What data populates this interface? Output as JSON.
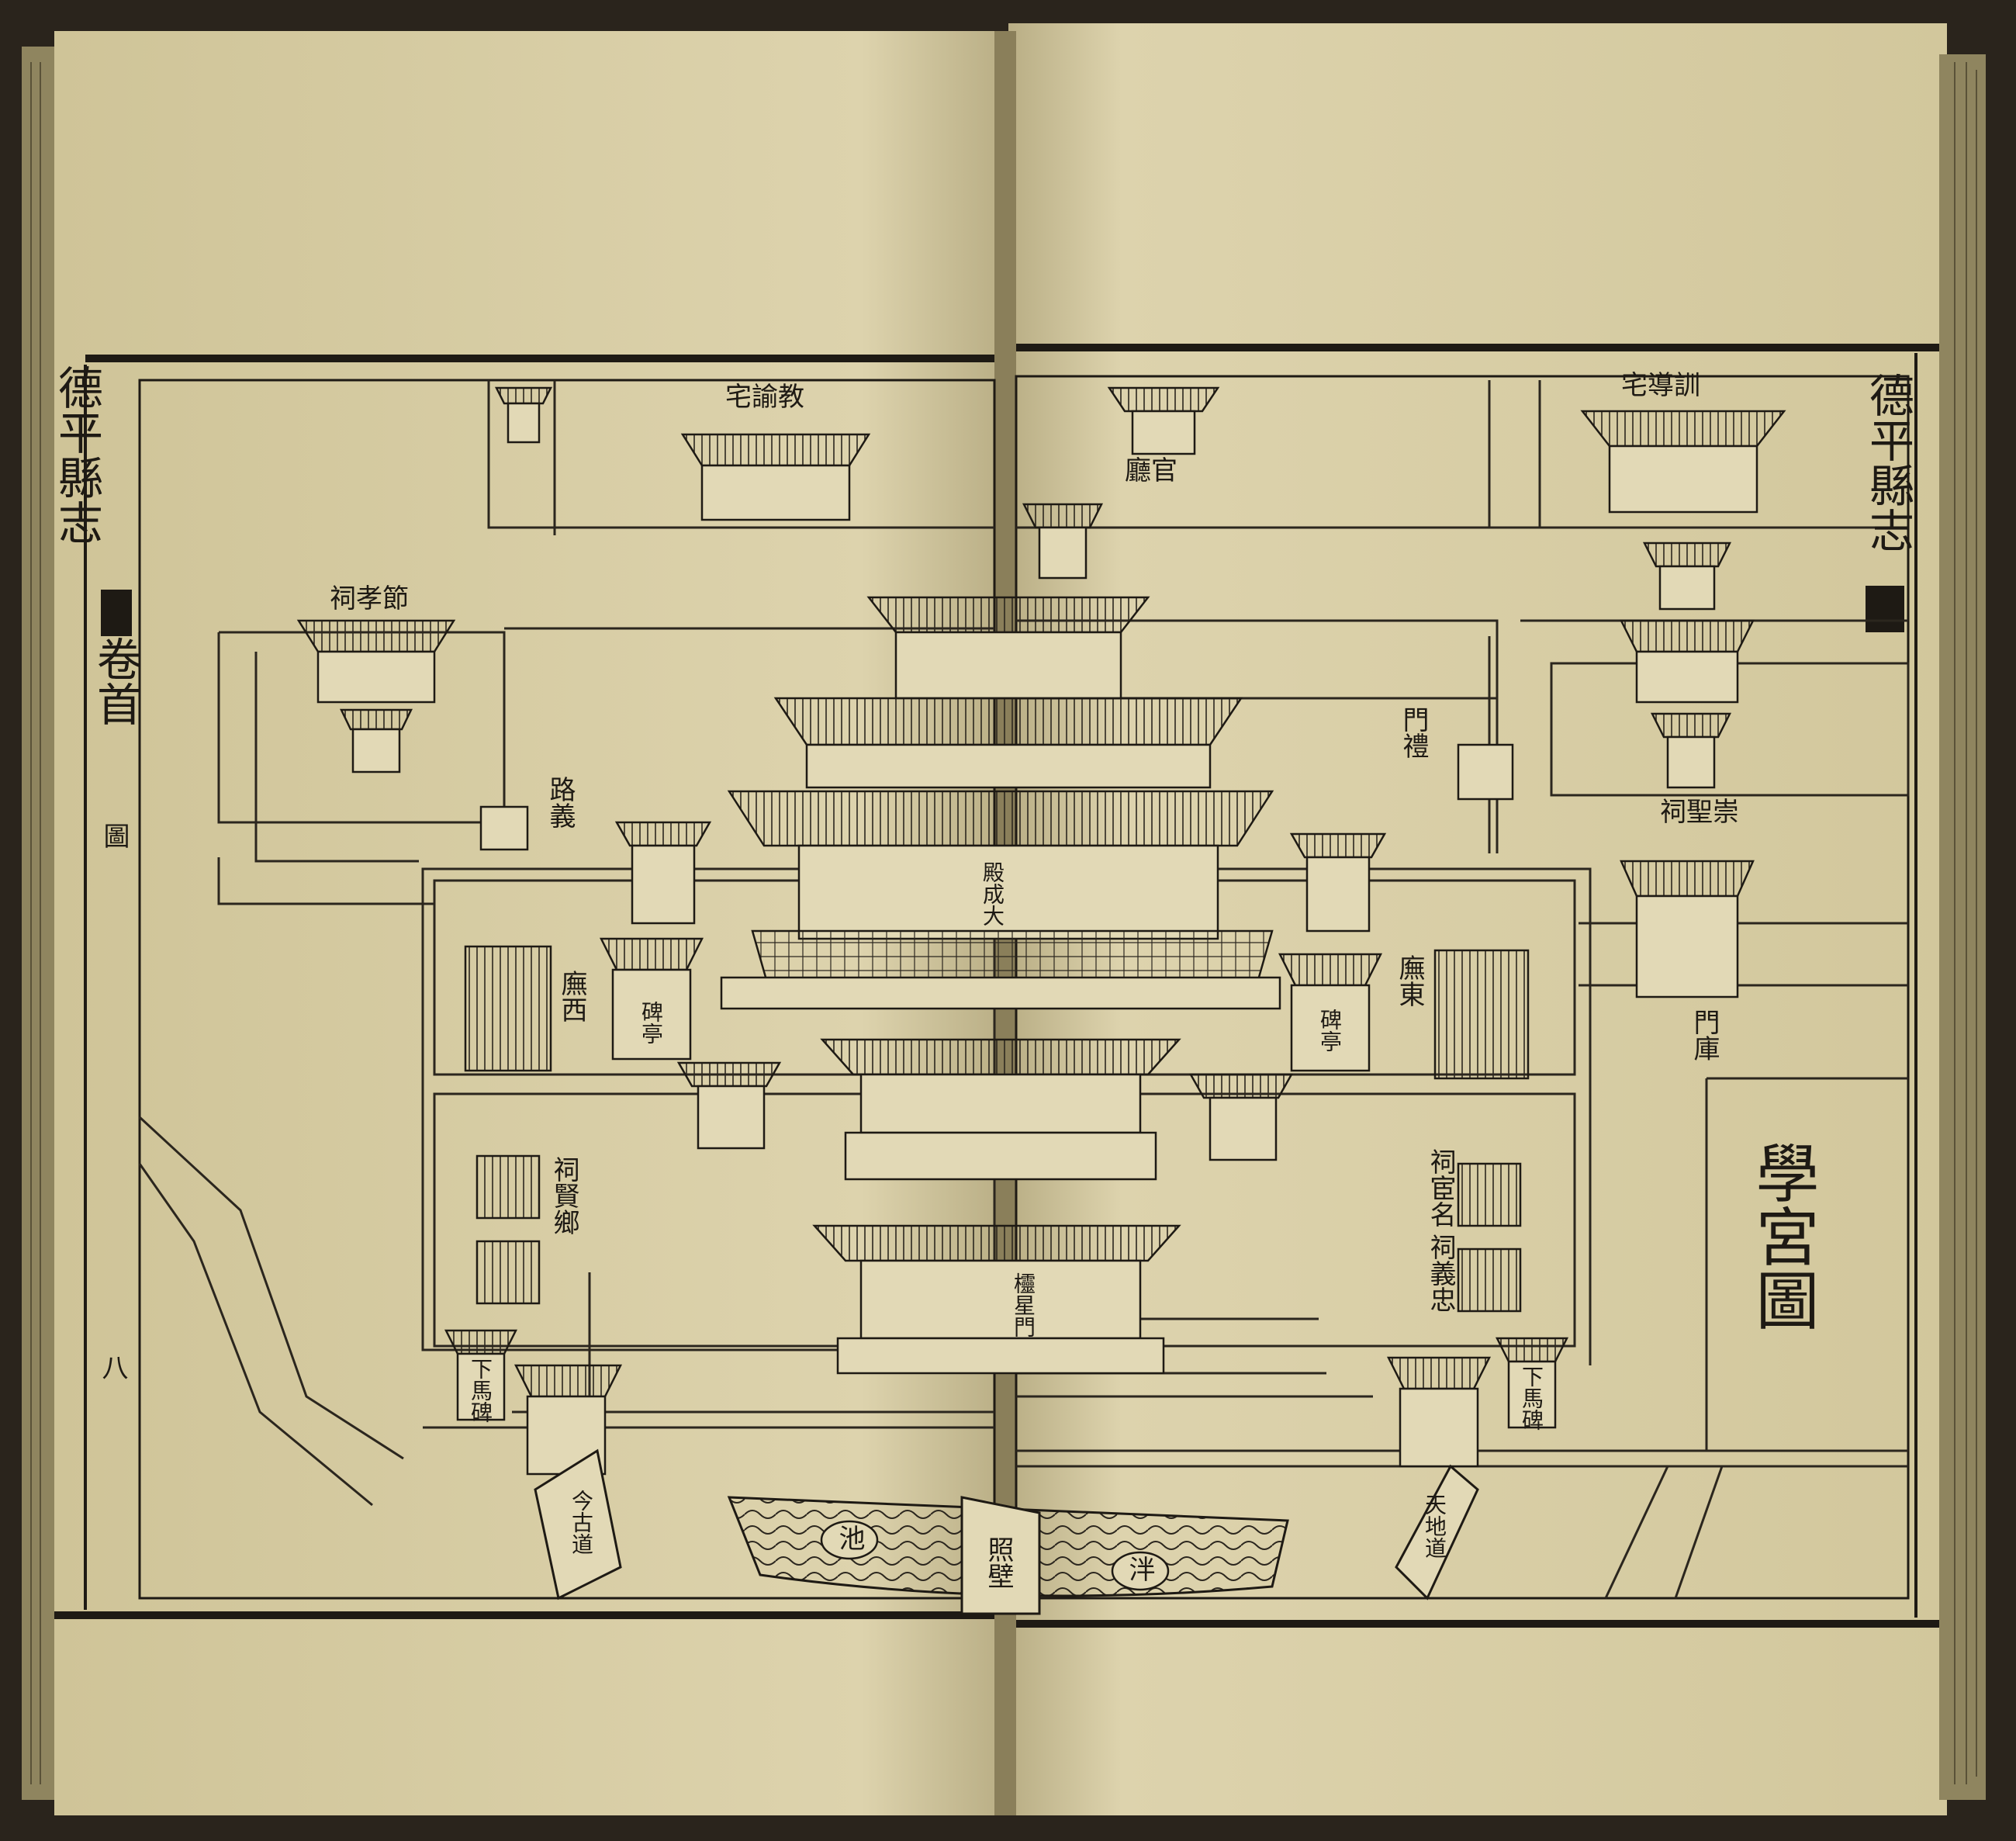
{
  "book": {
    "left_page_header": "德平縣志",
    "left_page_section": "卷首",
    "left_page_subsection": "圖",
    "left_page_number": "八",
    "right_page_header": "德平縣志"
  },
  "map": {
    "title": "學宮圖",
    "labels": {
      "jiaoyu_zhai": "宅諭教",
      "xundao_zhai": "宅導訓",
      "guan_ting": "廳官",
      "jiexiao_ci": "祠孝節",
      "chongsheng_ci": "祠聖崇",
      "yilu": "路義",
      "limen": "門禮",
      "dacheng_dian": "殿成大",
      "xi_wu": "廡西",
      "dong_wu": "廡東",
      "bei_ting_left": "碑亭",
      "bei_ting_right": "碑亭",
      "xiangxian_ci": "祠賢鄉",
      "minghuan_ci": "祠宦名",
      "zhongyi_ci": "祠義忠",
      "xiama_bei_left": "下馬碑",
      "xiama_bei_right": "下馬碑",
      "ku_men": "門庫",
      "pan_chi_left": "池",
      "pan_chi_right": "泮",
      "zhao_bi": "照壁",
      "lingxing_men": "欞星門",
      "jin_gu_sign": "今古道",
      "tian_di_sign": "天地道"
    }
  }
}
